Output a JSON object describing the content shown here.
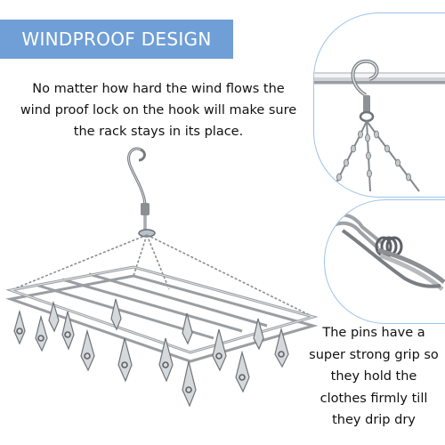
{
  "banner": {
    "title": "WINDPROOF DESIGN",
    "color": "#6f9fd6"
  },
  "description": {
    "lines": [
      "No matter how hard the wind flows the",
      "wind proof lock on the hook will make sure",
      "the rack stays in its place."
    ]
  },
  "pins_caption": {
    "lines": [
      "The pins have a",
      "super strong grip so",
      "they hold the",
      "clothes firmly till",
      "they drip dry"
    ]
  },
  "images": {
    "main_product": "hanging-clothes-drying-rack",
    "detail_hook": "hook-closeup",
    "detail_pin": "clothespin-closeup"
  }
}
